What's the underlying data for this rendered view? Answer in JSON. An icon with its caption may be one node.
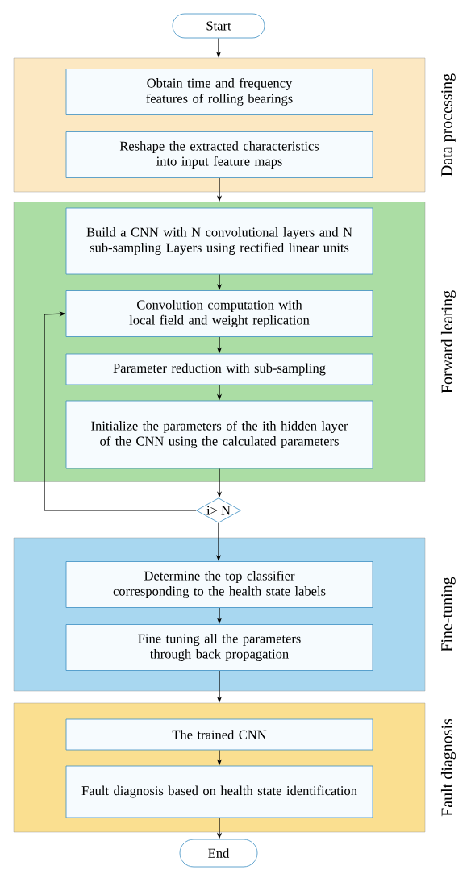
{
  "diagram": {
    "nodes": [
      {
        "text": [
          "Start"
        ]
      },
      {
        "text": [
          "Data processing"
        ]
      },
      {
        "text": [
          "Obtain time and frequency features of rolling bearings"
        ],
        "in": 1
      },
      {
        "text": [
          "Reshape the extracted characteristics into input feature maps"
        ],
        "in": 1
      },
      {
        "text": [
          "Forward learing"
        ]
      },
      {
        "text": [
          "Build a CNN with N convolutional layers and N sub-sampling Layers using rectified linear units"
        ],
        "in": 4
      },
      {
        "text": [
          "Convolution computation with local field and weight replication"
        ],
        "in": 4
      },
      {
        "text": [
          "Parameter reduction with sub-sampling"
        ],
        "in": 4
      },
      {
        "text": [
          "Initialize the parameters of the ith hidden layer of the CNN using the calculated parameters"
        ],
        "in": 4
      },
      {
        "text": [
          "i> N"
        ]
      },
      {
        "text": [
          "Fine-tuning"
        ]
      },
      {
        "text": [
          "Determine the top classifier corresponding to the health state labels"
        ],
        "in": 10
      },
      {
        "text": [
          "Fine tuning all the parameters through back propagation"
        ],
        "in": 10
      },
      {
        "text": [
          "Fault diagnosis"
        ]
      },
      {
        "text": [
          "The trained CNN"
        ],
        "in": 13
      },
      {
        "text": [
          "Fault diagnosis based on health state identification"
        ],
        "in": 13
      },
      {
        "text": [
          "End"
        ]
      }
    ],
    "edges": [
      {
        "from": 0,
        "to": 1,
        "arrow": "to"
      },
      {
        "from": 3,
        "to": 4,
        "arrow": "to"
      },
      {
        "from": 5,
        "to": 6,
        "arrow": "to"
      },
      {
        "from": 6,
        "to": 7,
        "arrow": "to"
      },
      {
        "from": 7,
        "to": 8,
        "arrow": "to"
      },
      {
        "from": 8,
        "to": 9,
        "arrow": "to"
      },
      {
        "from": 9,
        "to": 6,
        "arrow": "to"
      },
      {
        "from": 9,
        "to": 11,
        "arrow": "to"
      },
      {
        "from": 11,
        "to": 12,
        "arrow": "to"
      },
      {
        "from": 12,
        "to": 13,
        "arrow": "to"
      },
      {
        "from": 14,
        "to": 15,
        "arrow": "to"
      },
      {
        "from": 15,
        "to": 16,
        "arrow": "to"
      }
    ]
  }
}
